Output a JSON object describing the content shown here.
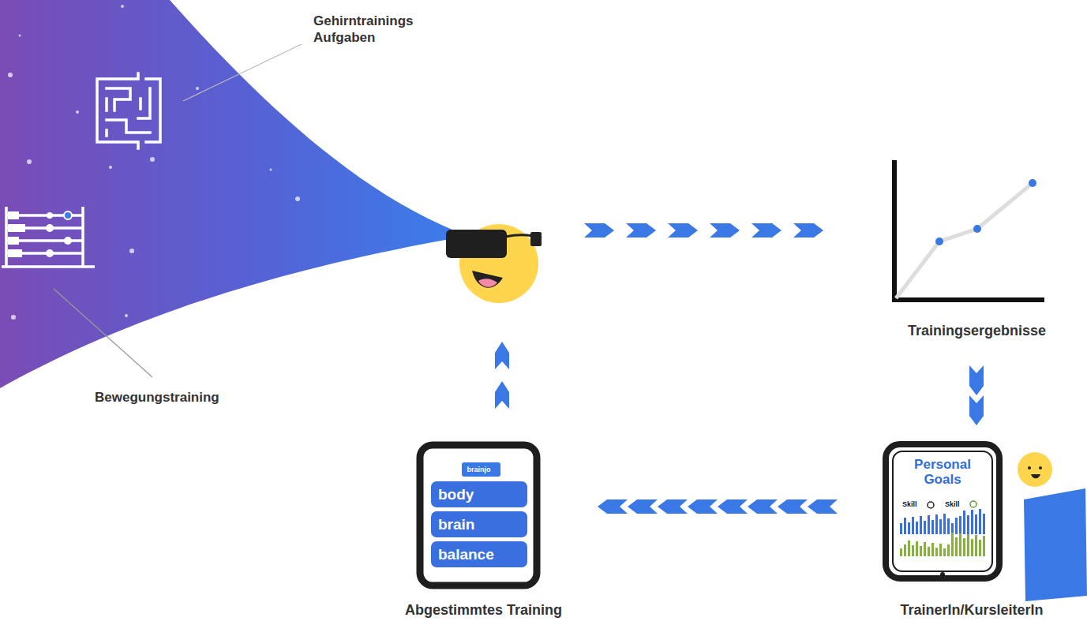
{
  "diagram": {
    "nodes": [
      {
        "text": [
          "Trainingsergebnisse"
        ]
      },
      {
        "text": [
          "Abgestimmtes Training"
        ]
      },
      {
        "text": [
          "brainjo"
        ],
        "in": 1
      },
      {
        "text": [
          "body"
        ],
        "in": 1
      },
      {
        "text": [
          "brain"
        ],
        "in": 1
      },
      {
        "text": [
          "balance"
        ],
        "in": 1
      },
      {
        "text": [
          "Personal Goals",
          "Skill",
          "Skill",
          "TrainerIn/KursleiterIn"
        ]
      }
    ],
    "edges": [
      {
        "from": 0,
        "to": 6,
        "arrow": "to"
      },
      {
        "from": 6,
        "to": 1,
        "arrow": "to"
      }
    ],
    "labels": [
      "Gehirntrainings Aufgaben",
      "Bewegungstraining"
    ]
  }
}
